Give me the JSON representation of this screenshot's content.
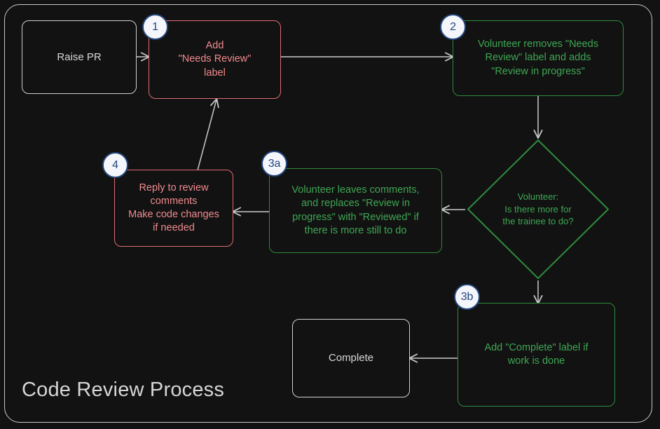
{
  "diagram": {
    "title": "Code Review Process",
    "background_color": "#121212",
    "frame_color": "#c9c9c9",
    "colors": {
      "plain": "#cfcfcf",
      "red": "#e06c72",
      "red_text": "#f08b8f",
      "green": "#2e8b3d",
      "green_text": "#3fa653",
      "badge_border": "#24467e",
      "badge_fill": "#f4f6fb",
      "edge": "#c9c9c9"
    },
    "nodes": [
      {
        "id": "raise-pr",
        "label": "Raise PR",
        "style": "plain",
        "badge": null
      },
      {
        "id": "add-needs-review",
        "label": "Add\n\"Needs Review\"\nlabel",
        "style": "red",
        "badge": "1"
      },
      {
        "id": "volunteer-removes",
        "label": "Volunteer removes \"Needs\nReview\" label and adds\n\"Review in progress\"",
        "style": "green",
        "badge": "2"
      },
      {
        "id": "decision-more-work",
        "label": "Volunteer:\nIs there more for\nthe trainee to do?",
        "style": "diamond-green",
        "badge": null
      },
      {
        "id": "volunteer-leaves-comments",
        "label": "Volunteer leaves comments,\nand replaces \"Review in\nprogress\" with \"Reviewed\" if\nthere is more still to do",
        "style": "green",
        "badge": "3a"
      },
      {
        "id": "reply-to-review",
        "label": "Reply to review\ncomments\nMake code changes\nif needed",
        "style": "red",
        "badge": "4"
      },
      {
        "id": "add-complete-label",
        "label": "Add \"Complete\" label if\nwork is done",
        "style": "green",
        "badge": "3b"
      },
      {
        "id": "complete",
        "label": "Complete",
        "style": "plain",
        "badge": null
      }
    ],
    "edges": [
      {
        "from": "raise-pr",
        "to": "add-needs-review",
        "label": ""
      },
      {
        "from": "add-needs-review",
        "to": "volunteer-removes",
        "label": ""
      },
      {
        "from": "volunteer-removes",
        "to": "decision-more-work",
        "label": ""
      },
      {
        "from": "decision-more-work",
        "to": "volunteer-leaves-comments",
        "label": ""
      },
      {
        "from": "decision-more-work",
        "to": "add-complete-label",
        "label": ""
      },
      {
        "from": "volunteer-leaves-comments",
        "to": "reply-to-review",
        "label": ""
      },
      {
        "from": "reply-to-review",
        "to": "add-needs-review",
        "label": ""
      },
      {
        "from": "add-complete-label",
        "to": "complete",
        "label": ""
      }
    ]
  }
}
